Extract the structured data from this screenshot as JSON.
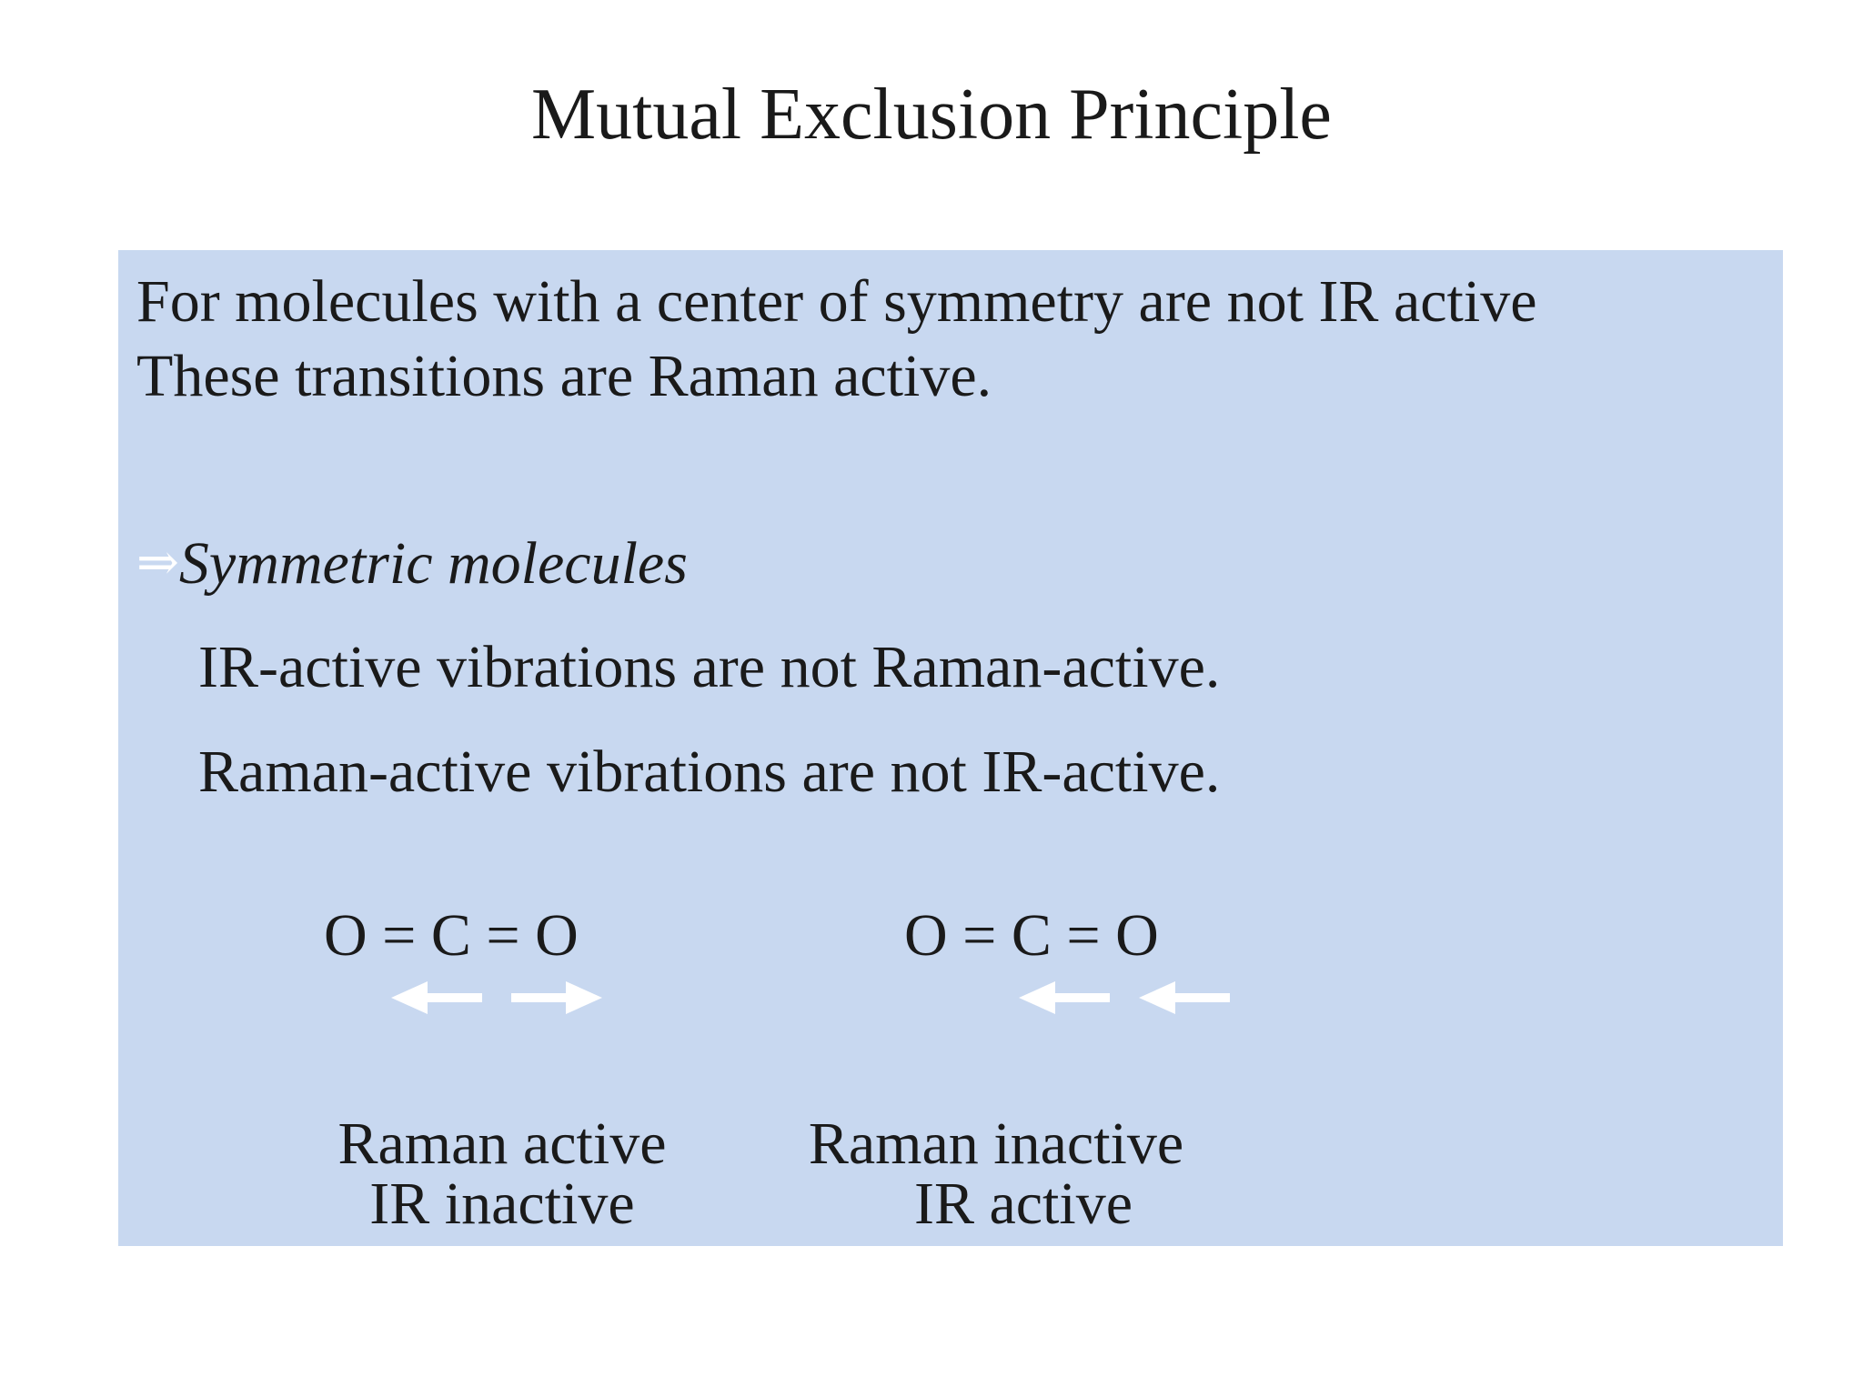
{
  "slide": {
    "title": "Mutual Exclusion Principle",
    "intro_line_1": "For molecules with a center of symmetry are not IR active",
    "intro_line_2": "These transitions are Raman active.",
    "implies_symbol": "⇒",
    "symmetric_heading": "Symmetric molecules",
    "rule_1": "IR-active vibrations are not Raman-active.",
    "rule_2": "Raman-active vibrations are not IR-active.",
    "examples": [
      {
        "formula": "O = C = O",
        "arrows": [
          "arrow-left-icon",
          "arrow-right-icon"
        ],
        "raman": "Raman active",
        "ir": "IR inactive"
      },
      {
        "formula": "O = C = O",
        "arrows": [
          "arrow-left-icon",
          "arrow-left-icon"
        ],
        "raman": "Raman inactive",
        "ir": "IR active"
      }
    ],
    "colors": {
      "box_background": "#c8d8f0",
      "arrow": "#ffffff",
      "text": "#1a1a1a"
    }
  }
}
